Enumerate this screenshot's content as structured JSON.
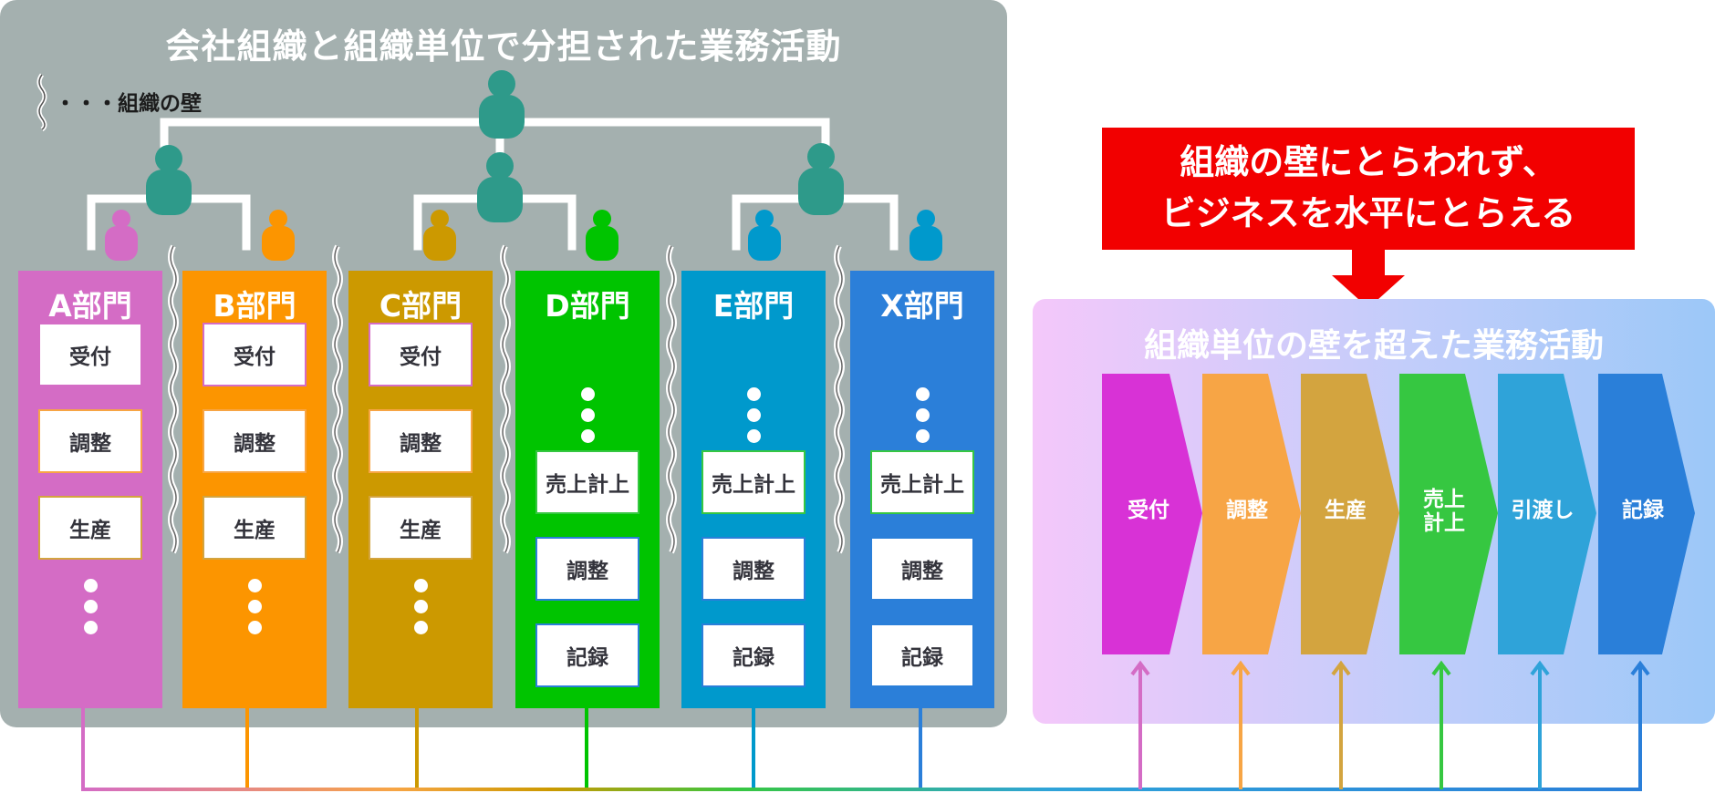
{
  "left": {
    "title": "会社組織と組織単位で分担された業務活動",
    "legend": "・・・組織の壁"
  },
  "departments": [
    {
      "name": "A部門",
      "color": "#d46cc5",
      "tasks": [
        "受付",
        "調整",
        "生産"
      ]
    },
    {
      "name": "B部門",
      "color": "#fc9500",
      "tasks": [
        "受付",
        "調整",
        "生産"
      ]
    },
    {
      "name": "C部門",
      "color": "#cc9900",
      "tasks": [
        "受付",
        "調整",
        "生産"
      ]
    },
    {
      "name": "D部門",
      "color": "#00c400",
      "tasks": [
        "売上計上",
        "調整",
        "記録"
      ]
    },
    {
      "name": "E部門",
      "color": "#0099cc",
      "tasks": [
        "売上計上",
        "調整",
        "記録"
      ]
    },
    {
      "name": "X部門",
      "color": "#2b7fd9",
      "tasks": [
        "売上計上",
        "調整",
        "記録"
      ]
    }
  ],
  "callout": {
    "line1": "組織の壁にとらわれず、",
    "line2": "ビジネスを水平にとらえる",
    "color": "#f20000"
  },
  "right": {
    "title": "組織単位の壁を超えた業務活動"
  },
  "process": [
    {
      "label": "受付",
      "color": "#d832d6"
    },
    {
      "label": "調整",
      "color": "#f7a545"
    },
    {
      "label": "生産",
      "color": "#d3a43f"
    },
    {
      "line1": "売上",
      "line2": "計上",
      "color": "#36c741"
    },
    {
      "label": "引渡し",
      "color": "#2fa3d9"
    },
    {
      "label": "記録",
      "color": "#2a7fd9"
    }
  ]
}
